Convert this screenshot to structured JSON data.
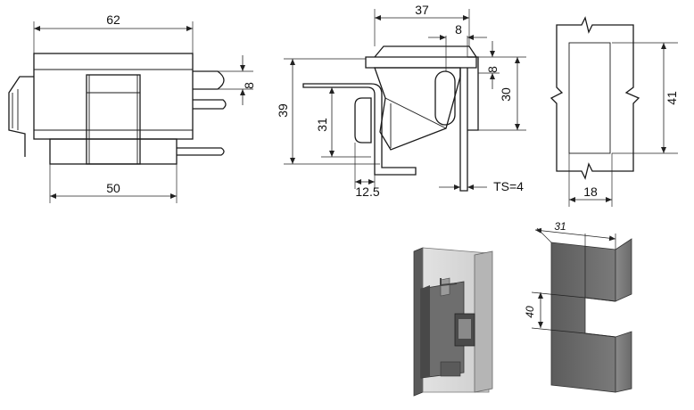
{
  "front_view": {
    "dim_width_top": "62",
    "dim_width_bottom": "50",
    "dim_pin": "8"
  },
  "side_view": {
    "dim_depth": "37",
    "dim_offset": "8",
    "dim_top_gap": "8",
    "dim_height_overall": "39",
    "dim_height_inner": "31",
    "dim_leaf_height": "30",
    "dim_base": "12.5",
    "dim_ts": "TS=4"
  },
  "cutout_view": {
    "dim_height": "41",
    "dim_width": "18"
  },
  "cutout_3d": {
    "dim_depth": "31",
    "dim_height": "40"
  },
  "colors": {
    "line": "#1a1a1a",
    "metal_light": "#c8c8c8",
    "metal_dark": "#555555",
    "panel": "#6b6b6b"
  }
}
